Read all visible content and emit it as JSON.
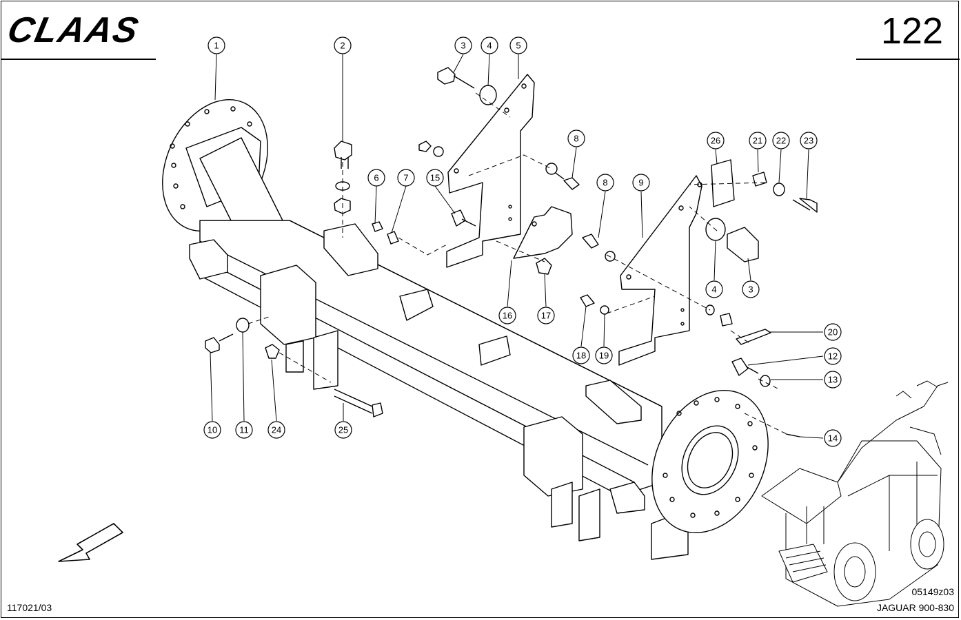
{
  "header": {
    "brand": "CLAAS",
    "page_number": "122"
  },
  "footer": {
    "document_code": "117021/03",
    "drawing_code": "05149z03",
    "model": "JAGUAR 900-830"
  },
  "callouts": [
    {
      "id": "c1",
      "label": "1"
    },
    {
      "id": "c2",
      "label": "2"
    },
    {
      "id": "c3a",
      "label": "3"
    },
    {
      "id": "c4a",
      "label": "4"
    },
    {
      "id": "c5",
      "label": "5"
    },
    {
      "id": "c6",
      "label": "6"
    },
    {
      "id": "c7",
      "label": "7"
    },
    {
      "id": "c15",
      "label": "15"
    },
    {
      "id": "c8a",
      "label": "8"
    },
    {
      "id": "c8b",
      "label": "8"
    },
    {
      "id": "c9",
      "label": "9"
    },
    {
      "id": "c26",
      "label": "26"
    },
    {
      "id": "c21",
      "label": "21"
    },
    {
      "id": "c22",
      "label": "22"
    },
    {
      "id": "c23",
      "label": "23"
    },
    {
      "id": "c4b",
      "label": "4"
    },
    {
      "id": "c3b",
      "label": "3"
    },
    {
      "id": "c16",
      "label": "16"
    },
    {
      "id": "c17",
      "label": "17"
    },
    {
      "id": "c18",
      "label": "18"
    },
    {
      "id": "c19",
      "label": "19"
    },
    {
      "id": "c20",
      "label": "20"
    },
    {
      "id": "c12",
      "label": "12"
    },
    {
      "id": "c13",
      "label": "13"
    },
    {
      "id": "c14",
      "label": "14"
    },
    {
      "id": "c10",
      "label": "10"
    },
    {
      "id": "c11",
      "label": "11"
    },
    {
      "id": "c24",
      "label": "24"
    },
    {
      "id": "c25",
      "label": "25"
    }
  ]
}
